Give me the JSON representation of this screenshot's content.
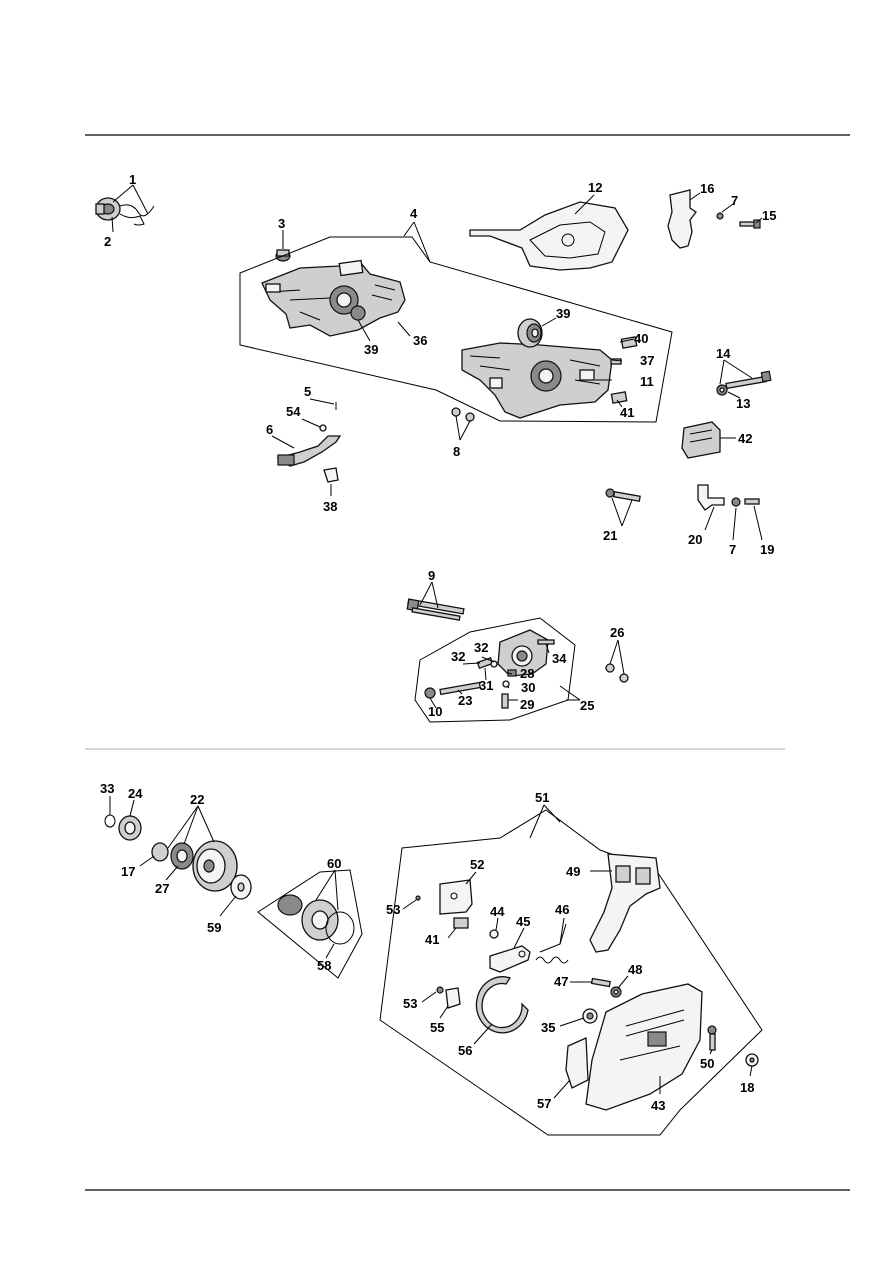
{
  "diagram": {
    "labels": {
      "p1": "1",
      "p2": "2",
      "p3": "3",
      "p4": "4",
      "p5": "5",
      "p6": "6",
      "p7a": "7",
      "p7b": "7",
      "p8": "8",
      "p9": "9",
      "p10": "10",
      "p11": "11",
      "p12": "12",
      "p13": "13",
      "p14": "14",
      "p15": "15",
      "p16": "16",
      "p17": "17",
      "p18": "18",
      "p19": "19",
      "p20": "20",
      "p21": "21",
      "p22": "22",
      "p23": "23",
      "p24": "24",
      "p25": "25",
      "p26": "26",
      "p27": "27",
      "p28": "28",
      "p29": "29",
      "p30": "30",
      "p31": "31",
      "p32a": "32",
      "p32b": "32",
      "p33": "33",
      "p34": "34",
      "p35": "35",
      "p36": "36",
      "p37": "37",
      "p38": "38",
      "p39a": "39",
      "p39b": "39",
      "p40": "40",
      "p41a": "41",
      "p41b": "41",
      "p42": "42",
      "p43": "43",
      "p44": "44",
      "p45": "45",
      "p46": "46",
      "p47": "47",
      "p48": "48",
      "p49": "49",
      "p50": "50",
      "p51": "51",
      "p52": "52",
      "p53a": "53",
      "p53b": "53",
      "p54": "54",
      "p55": "55",
      "p56": "56",
      "p57": "57",
      "p58": "58",
      "p59": "59",
      "p60": "60"
    }
  }
}
